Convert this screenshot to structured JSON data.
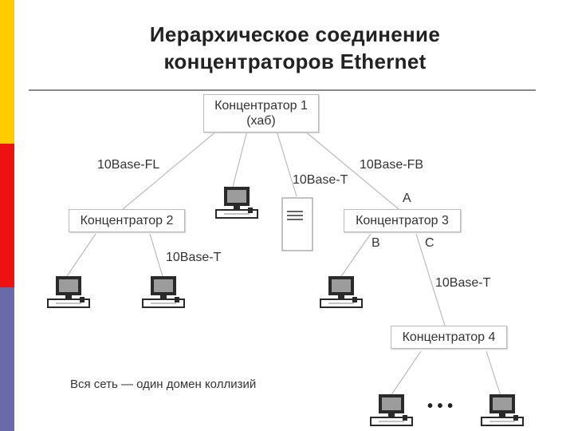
{
  "title": {
    "line1": "Иерархическое соединение",
    "line2": "концентраторов Ethernet"
  },
  "hubs": {
    "hub1": {
      "label": "Концентратор 1",
      "sublabel": "(хаб)"
    },
    "hub2": {
      "label": "Концентратор 2"
    },
    "hub3": {
      "label": "Концентратор 3"
    },
    "hub4": {
      "label": "Концентратор 4"
    }
  },
  "links": {
    "fl": "10Base-FL",
    "fb": "10Base-FB",
    "t_server": "10Base-T",
    "t_hub2": "10Base-T",
    "t_hub4": "10Base-T"
  },
  "ports": {
    "a": "A",
    "b": "B",
    "c": "C"
  },
  "ellipsis": "• • •",
  "caption": "Вся сеть — один домен коллизий",
  "colors": {
    "stripe_top": "#ffcc00",
    "stripe_mid": "#ee1111",
    "stripe_bottom": "#6a6aa8",
    "lines": "#bbbbbb"
  }
}
